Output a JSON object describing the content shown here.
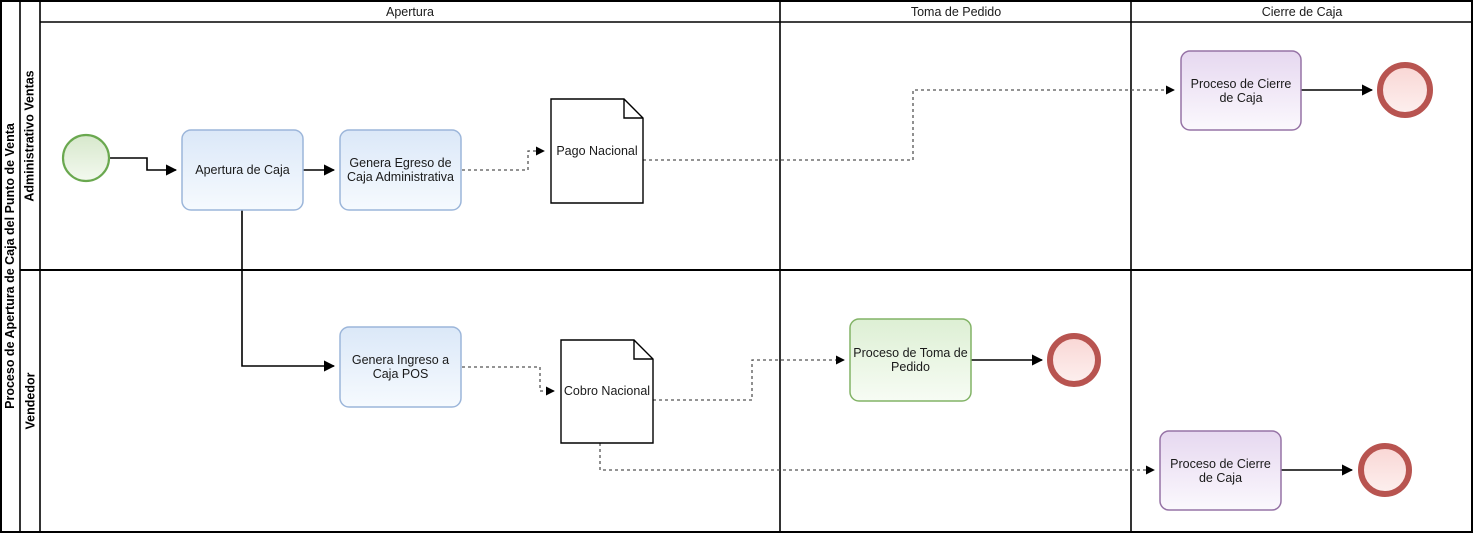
{
  "pool": {
    "title": "Proceso de Apertura de Caja del Punto de Venta"
  },
  "lanes": [
    {
      "id": "lane-administrativo-ventas",
      "label": "Administrativo Ventas"
    },
    {
      "id": "lane-vendedor",
      "label": "Vendedor"
    }
  ],
  "phases": [
    {
      "id": "phase-apertura",
      "label": "Apertura"
    },
    {
      "id": "phase-toma-de-pedido",
      "label": "Toma de Pedido"
    },
    {
      "id": "phase-cierre-de-caja",
      "label": "Cierre de Caja"
    }
  ],
  "nodes": [
    {
      "id": "start-event",
      "type": "start-event",
      "label": ""
    },
    {
      "id": "task-apertura-de-caja",
      "type": "task",
      "label": "Apertura de Caja"
    },
    {
      "id": "task-genera-egreso",
      "type": "task",
      "label": "Genera Egreso de Caja Administrativa"
    },
    {
      "id": "doc-pago-nacional",
      "type": "document",
      "label": "Pago Nacional"
    },
    {
      "id": "subprocess-cierre-caja-1",
      "type": "subprocess-purple",
      "label": "Proceso de Cierre de Caja"
    },
    {
      "id": "end-event-1",
      "type": "end-event",
      "label": ""
    },
    {
      "id": "task-genera-ingreso",
      "type": "task",
      "label": "Genera Ingreso a Caja POS"
    },
    {
      "id": "doc-cobro-nacional",
      "type": "document",
      "label": "Cobro Nacional"
    },
    {
      "id": "subprocess-toma-pedido",
      "type": "subprocess-green",
      "label": "Proceso de Toma de Pedido"
    },
    {
      "id": "end-event-2",
      "type": "end-event",
      "label": ""
    },
    {
      "id": "subprocess-cierre-caja-2",
      "type": "subprocess-purple",
      "label": "Proceso de Cierre de Caja"
    },
    {
      "id": "end-event-3",
      "type": "end-event",
      "label": ""
    }
  ],
  "colors": {
    "task_fill_top": "#dce9f9",
    "task_fill_bottom": "#f4f9fe",
    "task_stroke": "#9cb6da",
    "subprocess_green_fill_top": "#dff0d8",
    "subprocess_green_fill_bottom": "#f6fbf4",
    "subprocess_green_stroke": "#82b366",
    "subprocess_purple_fill_top": "#e6d9ef",
    "subprocess_purple_fill_bottom": "#faf7fc",
    "subprocess_purple_stroke": "#9673a6",
    "start_stroke": "#6aa84f",
    "start_fill": "#e5f0df",
    "end_stroke": "#b85450",
    "end_fill": "#fbe1e0",
    "pool_border": "#000000",
    "flow": "#000000",
    "message_flow": "#666666"
  }
}
